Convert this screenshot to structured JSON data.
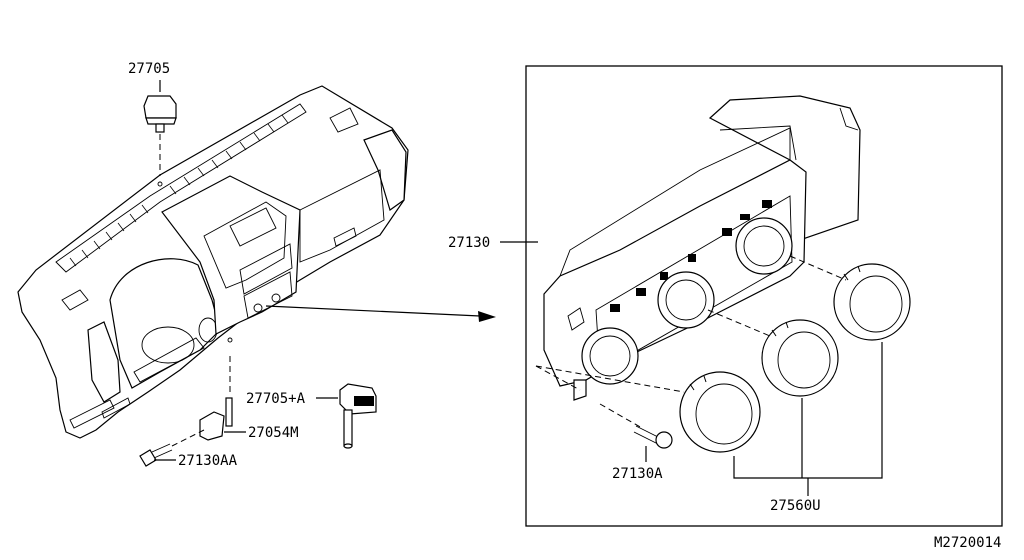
{
  "labels": {
    "switch_top": "27705",
    "control_assy": "27130",
    "switch_lower": "27705+A",
    "sensor": "27054M",
    "screw_small": "27130AA",
    "screw": "27130A",
    "knobs": "27560U",
    "diagram_code": "M2720014"
  }
}
